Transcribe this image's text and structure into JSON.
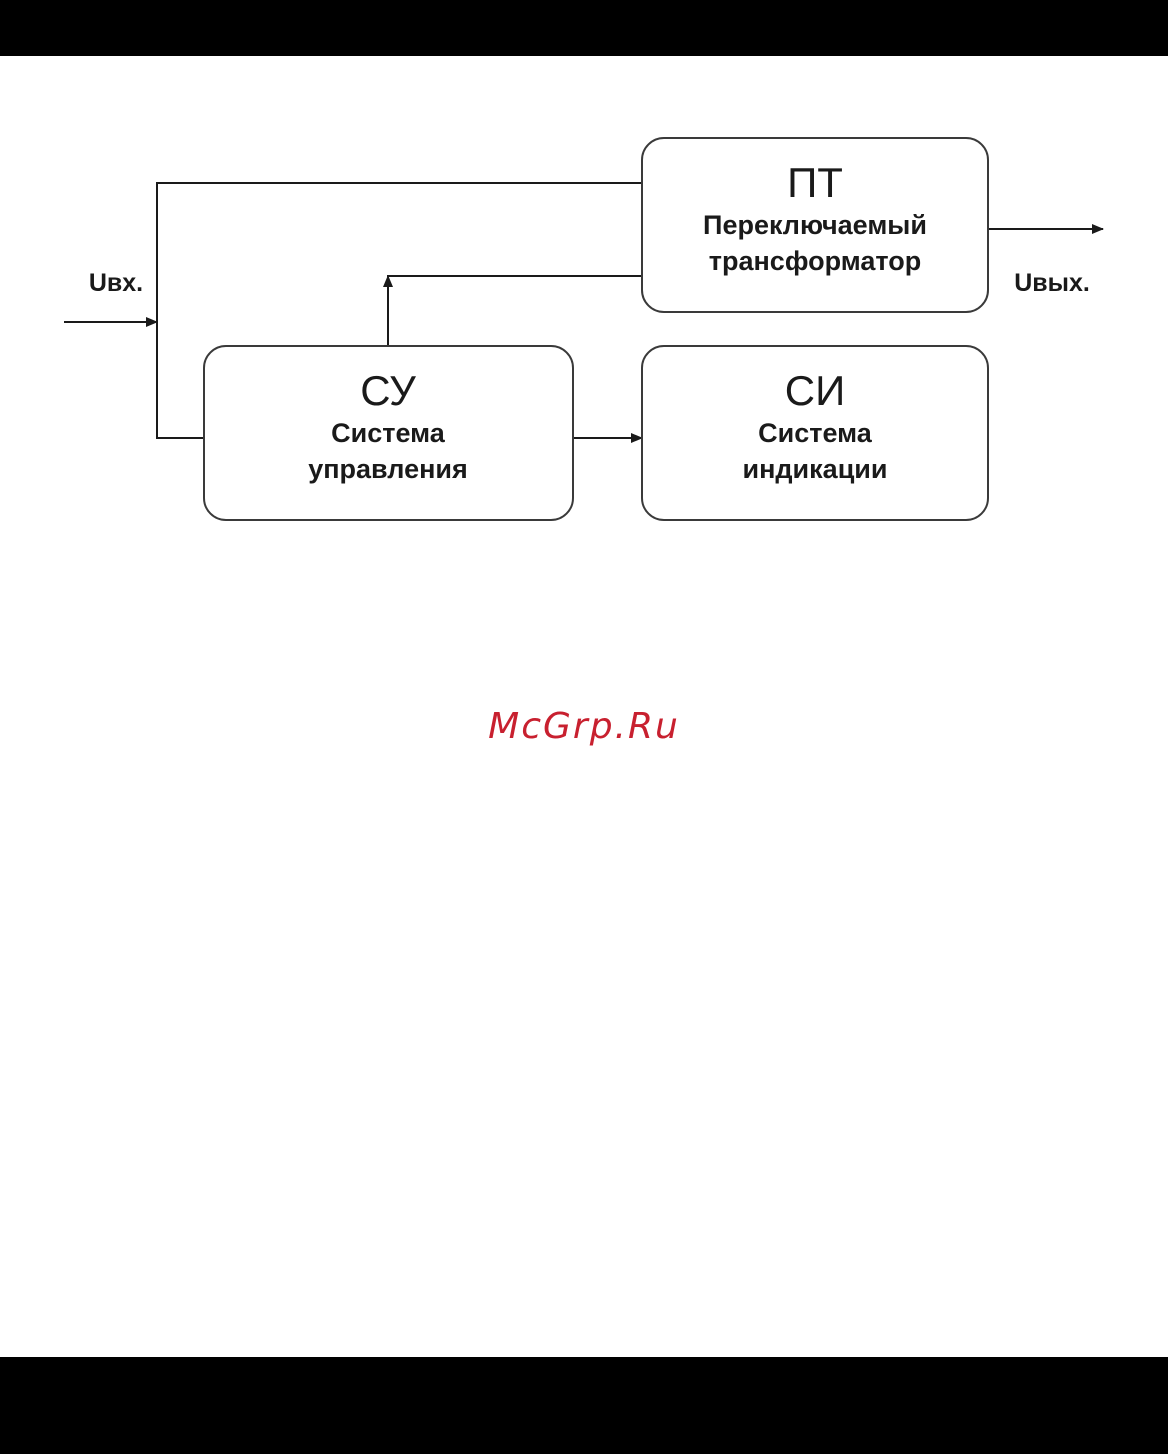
{
  "blocks": {
    "pt": {
      "abbr": "ПТ",
      "line1": "Переключаемый",
      "line2": "трансформатор"
    },
    "su": {
      "abbr": "СУ",
      "line1": "Система",
      "line2": "управления"
    },
    "si": {
      "abbr": "СИ",
      "line1": "Система",
      "line2": "индикации"
    }
  },
  "signals": {
    "input": "Uвх.",
    "output": "Uвых."
  },
  "watermark": {
    "text": "McGrp.Ru",
    "color": "#c8202f"
  },
  "colors": {
    "line": "#1a1a1a",
    "box_border": "#3a3a3a",
    "bars": "#000000"
  }
}
